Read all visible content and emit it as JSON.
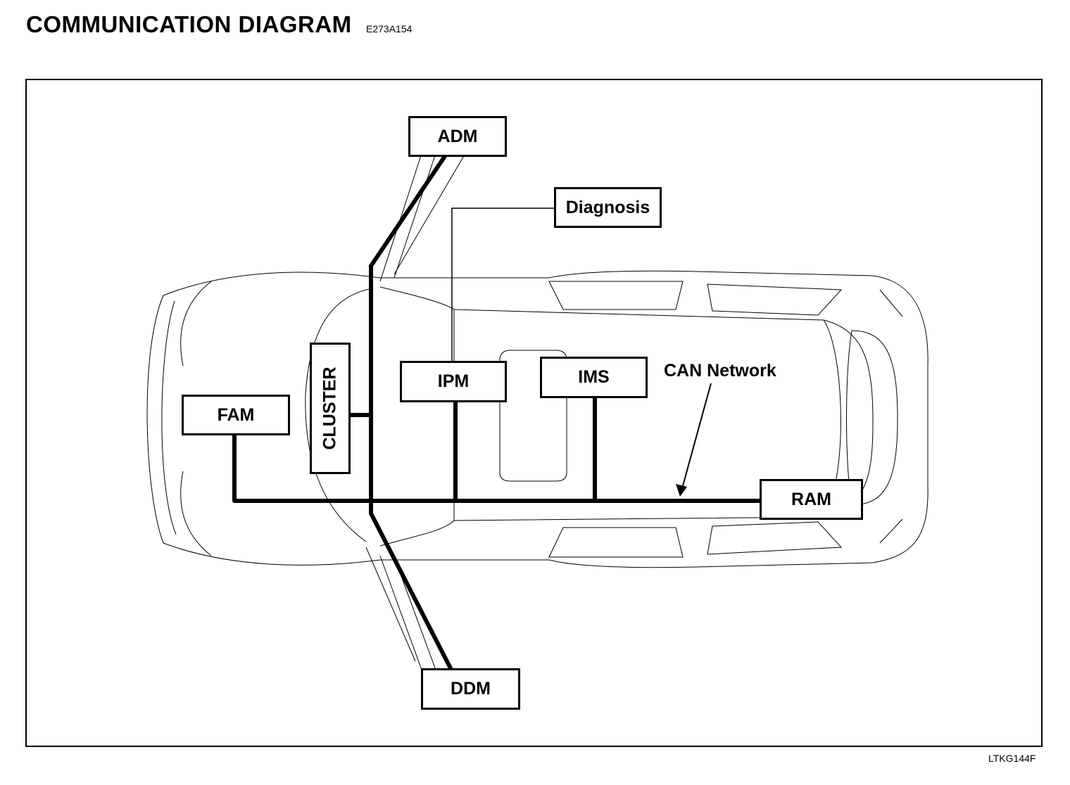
{
  "header": {
    "title": "COMMUNICATION DIAGRAM",
    "doc_code": "E273A154"
  },
  "modules": {
    "adm": "ADM",
    "diagnosis": "Diagnosis",
    "cluster": "CLUSTER",
    "ipm": "IPM",
    "ims": "IMS",
    "fam": "FAM",
    "ram": "RAM",
    "ddm": "DDM"
  },
  "callout": {
    "can_network": "CAN Network"
  },
  "footer": {
    "figure_code": "LTKG144F"
  }
}
